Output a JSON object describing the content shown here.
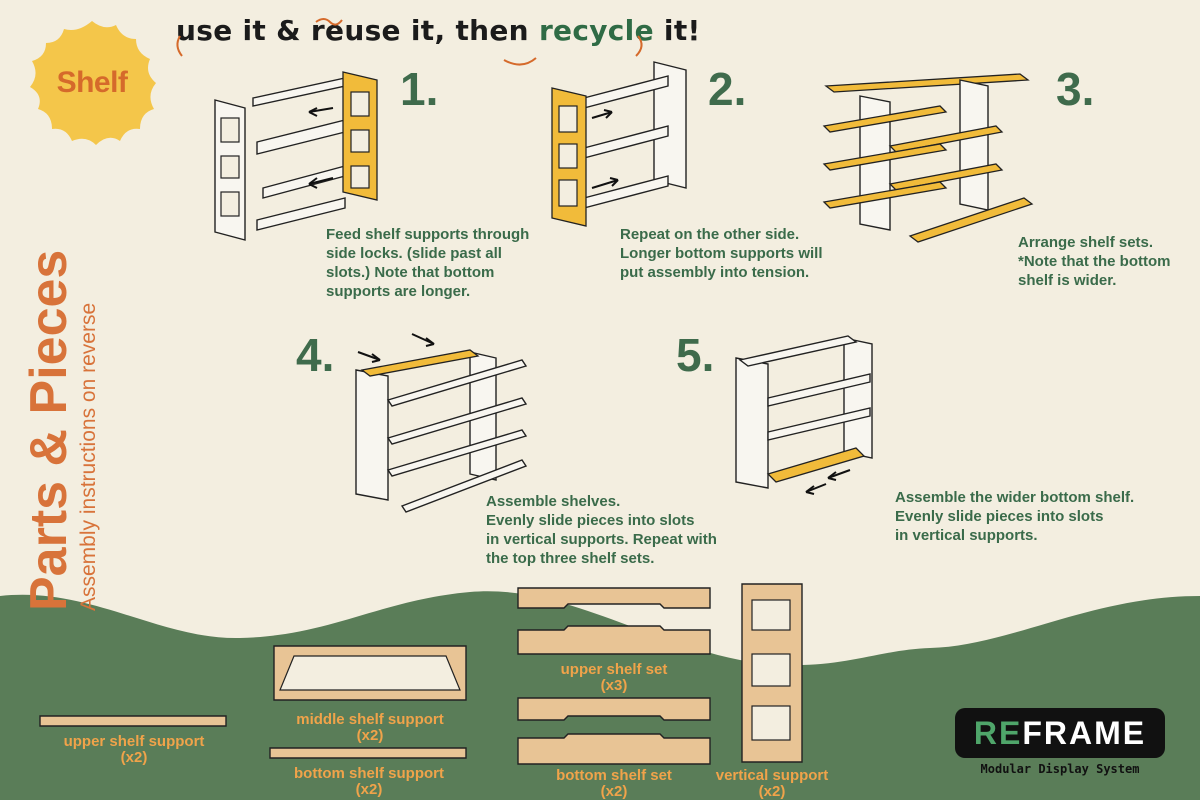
{
  "badge": {
    "label": "Shelf"
  },
  "tagline": {
    "part1": "use it & reuse it, then ",
    "part2": "recycle",
    "part3": " it!"
  },
  "side_title": {
    "title": "Parts & Pieces",
    "subtitle": "Assembly instructions on reverse"
  },
  "steps": [
    {
      "number": "1.",
      "lines": [
        "Feed shelf supports through",
        "side locks. (slide past all",
        "slots.) Note that bottom",
        "supports are longer."
      ]
    },
    {
      "number": "2.",
      "lines": [
        "Repeat on the other side.",
        "Longer bottom supports will",
        "put assembly into tension."
      ]
    },
    {
      "number": "3.",
      "lines": [
        "Arrange shelf sets.",
        "*Note that the bottom",
        "shelf is wider."
      ]
    },
    {
      "number": "4.",
      "lines": [
        "Assemble shelves.",
        "Evenly slide pieces into slots",
        "in vertical supports. Repeat with",
        "the top three shelf sets."
      ]
    },
    {
      "number": "5.",
      "lines": [
        "Assemble the wider bottom shelf.",
        "Evenly slide pieces into slots",
        "in vertical supports."
      ]
    }
  ],
  "parts": [
    {
      "name": "upper shelf support",
      "qty": "(x2)"
    },
    {
      "name": "middle shelf support",
      "qty": "(x2)"
    },
    {
      "name": "bottom shelf support",
      "qty": "(x2)"
    },
    {
      "name": "upper shelf set",
      "qty": "(x3)"
    },
    {
      "name": "bottom shelf set",
      "qty": "(x2)"
    },
    {
      "name": "vertical support",
      "qty": "(x2)"
    }
  ],
  "brand": {
    "logo_re": "RE",
    "logo_rest": "FRAME",
    "subtitle": "Modular Display System"
  },
  "colors": {
    "background": "#f3eee0",
    "hill": "#5a7d58",
    "accent_orange": "#d8733a",
    "accent_green": "#3f6b4c",
    "highlight_yellow": "#f1bb3a",
    "wood": "#e8c495"
  }
}
